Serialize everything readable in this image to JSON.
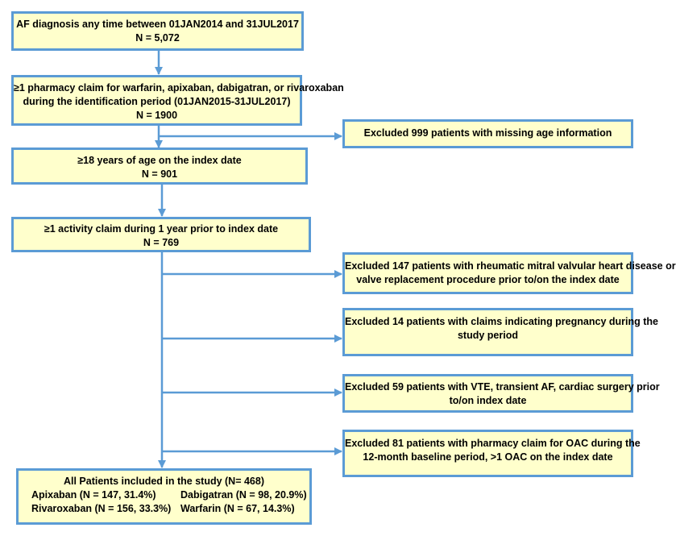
{
  "colors": {
    "box_fill": "#ffffcc",
    "box_border": "#5b9bd5",
    "arrow": "#5b9bd5"
  },
  "main_boxes": [
    {
      "lines": [
        "AF diagnosis any time between 01JAN2014 and 31JUL2017",
        "N = 5,072"
      ]
    },
    {
      "lines": [
        "≥1 pharmacy claim for warfarin, apixaban, dabigatran, or rivaroxaban",
        "during the identification period (01JAN2015-31JUL2017)",
        "N = 1900"
      ]
    },
    {
      "lines": [
        "≥18 years of age on the index date",
        "N = 901"
      ]
    },
    {
      "lines": [
        "≥1 activity claim during 1 year prior to index date",
        "N = 769"
      ]
    }
  ],
  "exclusion_boxes": [
    {
      "lines": [
        "Excluded 999 patients with missing age information"
      ]
    },
    {
      "lines": [
        "Excluded 147 patients with rheumatic mitral valvular heart disease or",
        "valve replacement procedure prior to/on the index date"
      ]
    },
    {
      "lines": [
        "Excluded 14 patients with claims indicating pregnancy during the",
        "study period"
      ]
    },
    {
      "lines": [
        "Excluded 59 patients with VTE, transient AF, cardiac surgery prior",
        "to/on index date"
      ]
    },
    {
      "lines": [
        "Excluded 81 patients with pharmacy claim for OAC during the",
        "12-month baseline period, >1 OAC on the index date"
      ]
    }
  ],
  "final_box": {
    "title": "All Patients included in the study (N= 468)",
    "apixaban": "Apixaban  (N = 147, 31.4%)",
    "dabigatran": "Dabigatran (N = 98, 20.9%)",
    "rivaroxaban": "Rivaroxaban (N = 156, 33.3%)",
    "warfarin": "Warfarin (N = 67, 14.3%)"
  }
}
